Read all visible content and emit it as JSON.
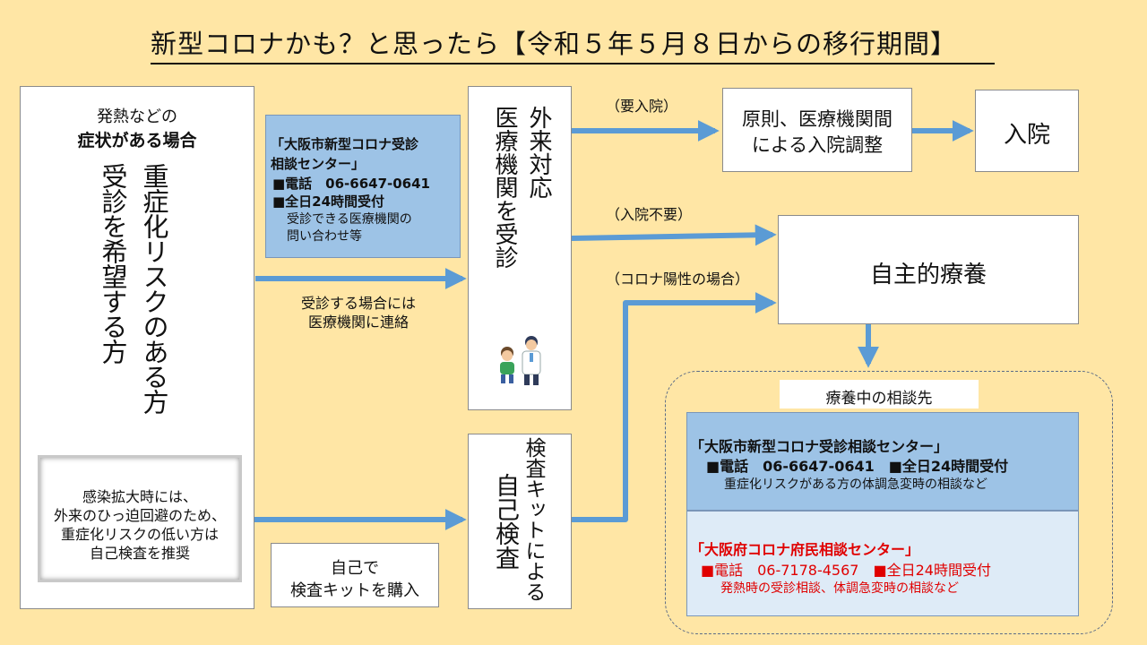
{
  "title": "新型コロナかも？と思ったら【令和５年５月８日からの移行期間】",
  "left_panel": {
    "line1": "発熱などの",
    "line2": "症状がある場合",
    "vertical_col1": "重症化リスクのある方",
    "vertical_col2": "受診を希望する方",
    "note": [
      "感染拡大時には、",
      "外来のひっ迫回避のため、",
      "重症化リスクの低い方は",
      "自己検査を推奨"
    ]
  },
  "center_info": {
    "lines": [
      "「大阪市新型コロナ受診",
      "相談センター」",
      "■電話　06-6647-0641",
      "■全日24時間受付",
      "　受診できる医療機関の",
      "　問い合わせ等"
    ]
  },
  "labels": {
    "contact_before": [
      "受診する場合には",
      "医療機関に連絡"
    ],
    "need_hospital": "（要入院）",
    "no_hospital": "（入院不要）",
    "positive": "（コロナ陽性の場合）"
  },
  "outpatient": {
    "col1": "外来対応",
    "col2": "医療機関を受診"
  },
  "self_test": {
    "col1": "検査キットによる",
    "col2": "自己検査"
  },
  "buy_kit": [
    "自己で",
    "検査キットを購入"
  ],
  "adjustment": [
    "原則、医療機関間",
    "による入院調整"
  ],
  "hospitalization": "入院",
  "home_care": "自主的療養",
  "consult": {
    "header": "療養中の相談先",
    "osaka_city": {
      "name": "「大阪市新型コロナ受診相談センター」",
      "phone": "■電話　06-6647-0641　■全日24時間受付",
      "note": "重症化リスクがある方の体調急変時の相談など"
    },
    "osaka_pref": {
      "name": "「大阪府コロナ府民相談センター」",
      "phone": "■電話　06-7178-4567　■全日24時間受付",
      "note": "発熱時の受診相談、体調急変時の相談など"
    }
  },
  "colors": {
    "background": "#FFE6A5",
    "arrow": "#5B9BD5",
    "info_blue": "#9DC3E6",
    "light_blue": "#DEEBF7",
    "red": "#E00000"
  }
}
